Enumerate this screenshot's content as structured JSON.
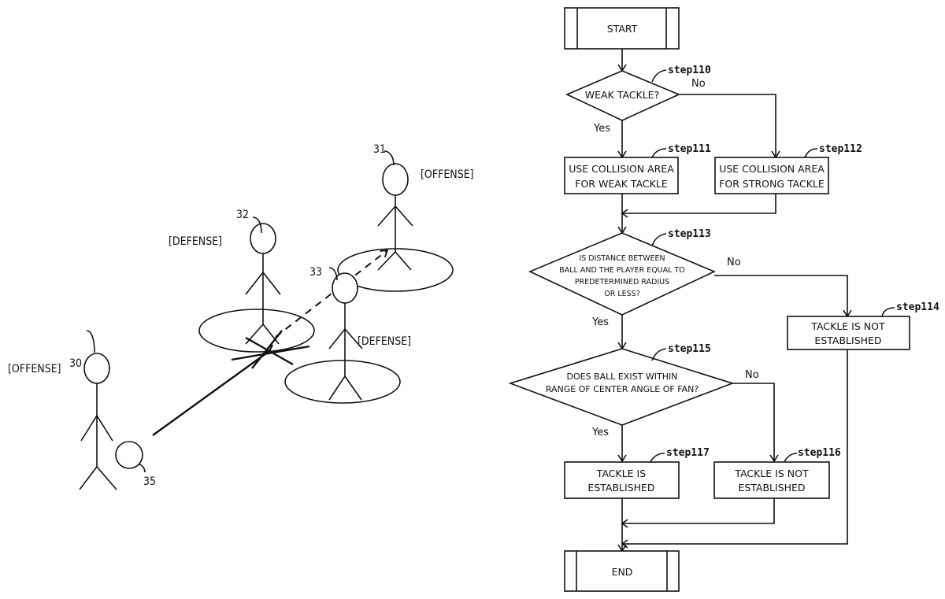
{
  "illustration": {
    "players": [
      {
        "ref": "30",
        "role": "[OFFENSE]"
      },
      {
        "ref": "31",
        "role": "[OFFENSE]"
      },
      {
        "ref": "32",
        "role": "[DEFENSE]"
      },
      {
        "ref": "33",
        "role": "[DEFENSE]"
      }
    ],
    "ball_ref": "35"
  },
  "flowchart": {
    "start": "START",
    "end": "END",
    "step110": {
      "ref": "step110",
      "question": "WEAK TACKLE?",
      "yes": "Yes",
      "no": "No"
    },
    "step111": {
      "ref": "step111",
      "lines": [
        "USE COLLISION AREA",
        "FOR WEAK TACKLE"
      ]
    },
    "step112": {
      "ref": "step112",
      "lines": [
        "USE COLLISION AREA",
        "FOR STRONG TACKLE"
      ]
    },
    "step113": {
      "ref": "step113",
      "lines": [
        "IS DISTANCE BETWEEN",
        "BALL AND THE PLAYER EQUAL TO",
        "PREDETERMINED RADIUS",
        "OR LESS?"
      ],
      "yes": "Yes",
      "no": "No"
    },
    "step114": {
      "ref": "step114",
      "lines": [
        "TACKLE IS NOT",
        "ESTABLISHED"
      ]
    },
    "step115": {
      "ref": "step115",
      "lines": [
        "DOES BALL EXIST WITHIN",
        "RANGE OF CENTER ANGLE OF FAN?"
      ],
      "yes": "Yes",
      "no": "No"
    },
    "step116": {
      "ref": "step116",
      "lines": [
        "TACKLE IS NOT",
        "ESTABLISHED"
      ]
    },
    "step117": {
      "ref": "step117",
      "lines": [
        "TACKLE IS",
        "ESTABLISHED"
      ]
    }
  }
}
